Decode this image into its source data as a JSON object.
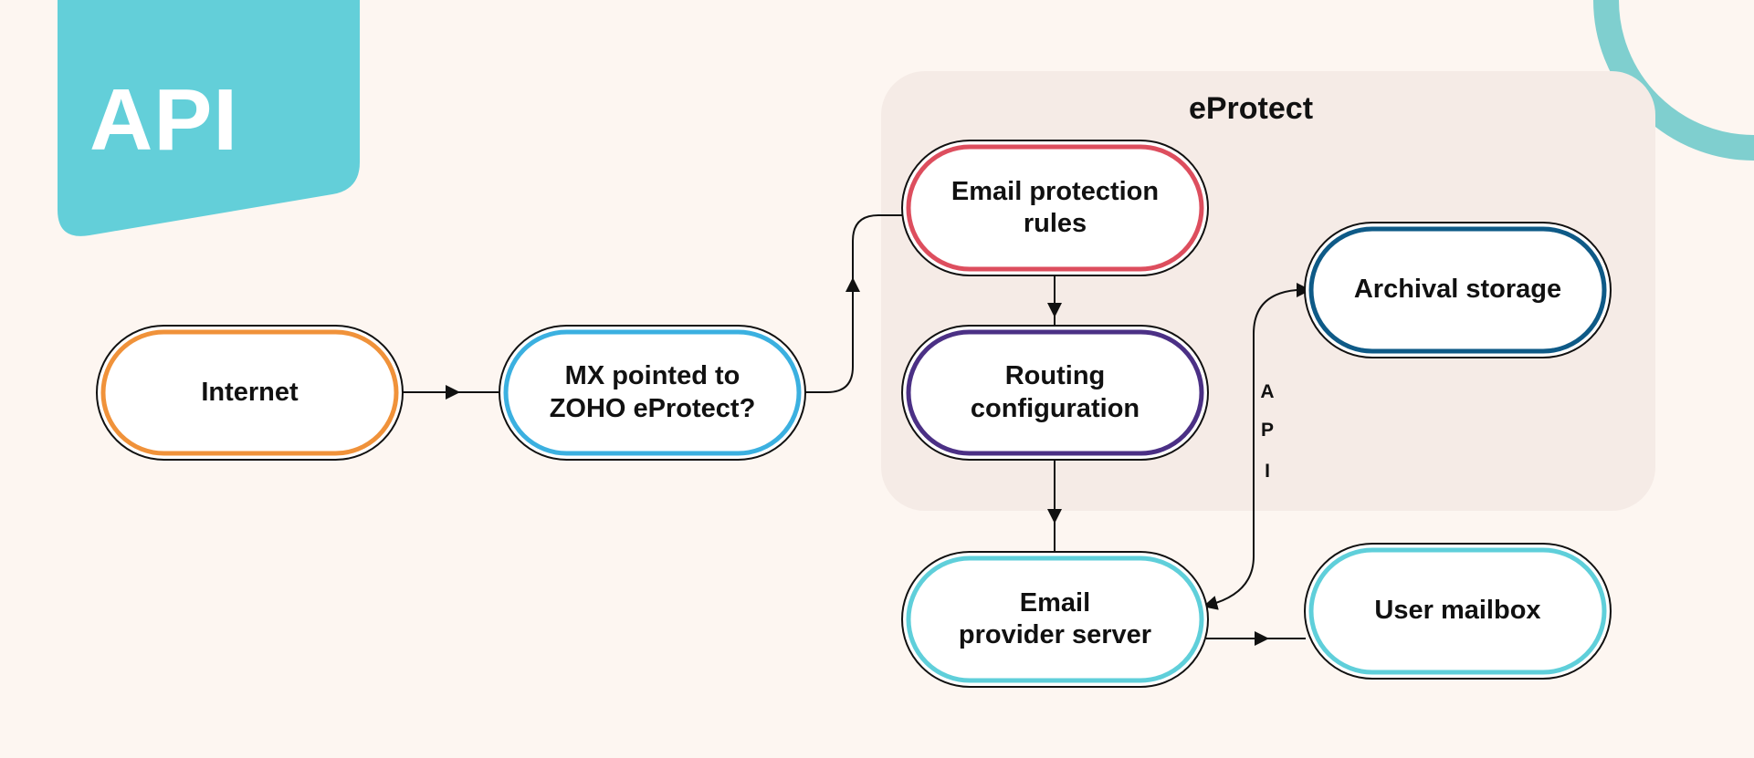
{
  "banner": {
    "label": "API",
    "color": "#63CFD9"
  },
  "group": {
    "title": "eProtect",
    "fill": "#F5EBE6"
  },
  "decor": {
    "arc_color": "#7FCFCF"
  },
  "nodes": {
    "internet": {
      "label": "Internet",
      "border_color": "#F0923A"
    },
    "mx": {
      "label": "MX pointed to\nZOHO eProtect?",
      "border_color": "#3BB0E0"
    },
    "rules": {
      "label": "Email protection\nrules",
      "border_color": "#DD4E5E"
    },
    "routing": {
      "label": "Routing\nconfiguration",
      "border_color": "#4B3085"
    },
    "archival": {
      "label": "Archival storage",
      "border_color": "#0E5A87"
    },
    "provider": {
      "label": "Email\nprovider server",
      "border_color": "#5FCFDA"
    },
    "mailbox": {
      "label": "User mailbox",
      "border_color": "#5FCFDA"
    }
  },
  "edges": [
    {
      "from": "internet",
      "to": "mx"
    },
    {
      "from": "mx",
      "to": "rules"
    },
    {
      "from": "rules",
      "to": "routing"
    },
    {
      "from": "routing",
      "to": "provider"
    },
    {
      "from": "provider",
      "to": "mailbox"
    },
    {
      "from": "provider",
      "to": "archival",
      "label": "API",
      "bidirectional": true
    }
  ],
  "api_connector_letters": [
    "A",
    "P",
    "I"
  ]
}
